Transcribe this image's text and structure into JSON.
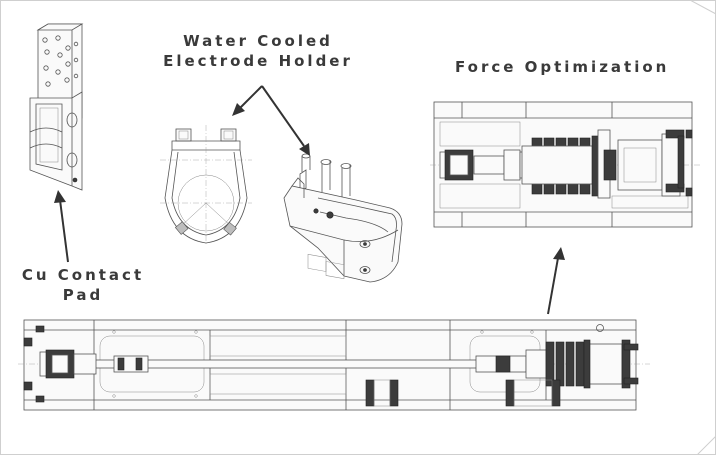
{
  "labels": {
    "water_cooled": "Water Cooled",
    "electrode_holder": "Electrode Holder",
    "force_optimization": "Force Optimization",
    "cu_contact": "Cu Contact",
    "pad": "Pad"
  },
  "colors": {
    "line": "#555555",
    "dark_fill": "#3c3c3c",
    "label_text": "#3a3a3a",
    "background": "#ffffff"
  }
}
